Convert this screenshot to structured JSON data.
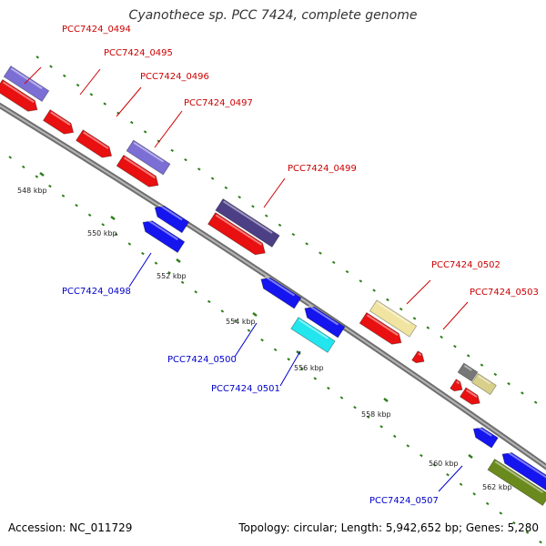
{
  "title": "Cyanothece sp. PCC 7424, complete genome",
  "accession_text": "Accession: NC_011729",
  "summary_text": "Topology: circular; Length: 5,942,652 bp; Genes: 5,280",
  "colors": {
    "backbone": "#8c8c8c",
    "tick": "#2e7d1a",
    "forward_cds": "#ee1111",
    "reverse_cds": "#1a1aee",
    "forward_label": "#cc0000",
    "reverse_label": "#0000cc",
    "connector_forward": "#cc0000",
    "connector_reverse": "#0000cc"
  },
  "kbp_labels": [
    "548 kbp",
    "550 kbp",
    "552 kbp",
    "554 kbp",
    "556 kbp",
    "558 kbp",
    "560 kbp",
    "562 kbp"
  ],
  "gene_labels_forward": [
    "PCC7424_0494",
    "PCC7424_0495",
    "PCC7424_0496",
    "PCC7424_0497",
    "PCC7424_0499",
    "PCC7424_0502",
    "PCC7424_0503"
  ],
  "gene_labels_reverse": [
    "PCC7424_0498",
    "PCC7424_0500",
    "PCC7424_0501",
    "PCC7424_0507"
  ]
}
